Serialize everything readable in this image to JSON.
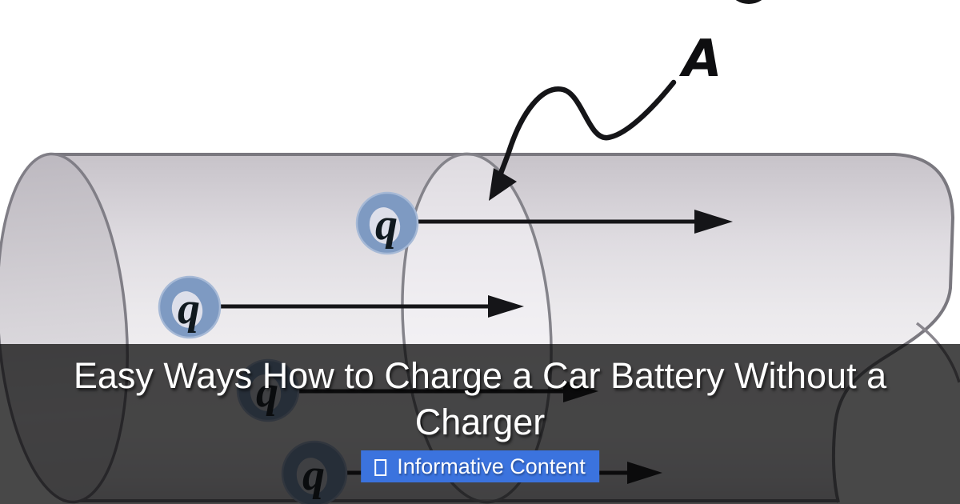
{
  "overlay": {
    "title": "Easy Ways How to Charge a Car Battery Without a Charger",
    "badge": {
      "icon": "missing-glyph-box",
      "label": "Informative Content",
      "background": "#3b73de"
    }
  },
  "diagram": {
    "area_label": "A",
    "charge_label": "q",
    "charge_count": 4,
    "colors": {
      "charge_fill": "#7e9ac2",
      "charge_rim": "#a6b9d6",
      "cylinder_outline": "#7a787f",
      "arrow_color": "#151518"
    }
  }
}
